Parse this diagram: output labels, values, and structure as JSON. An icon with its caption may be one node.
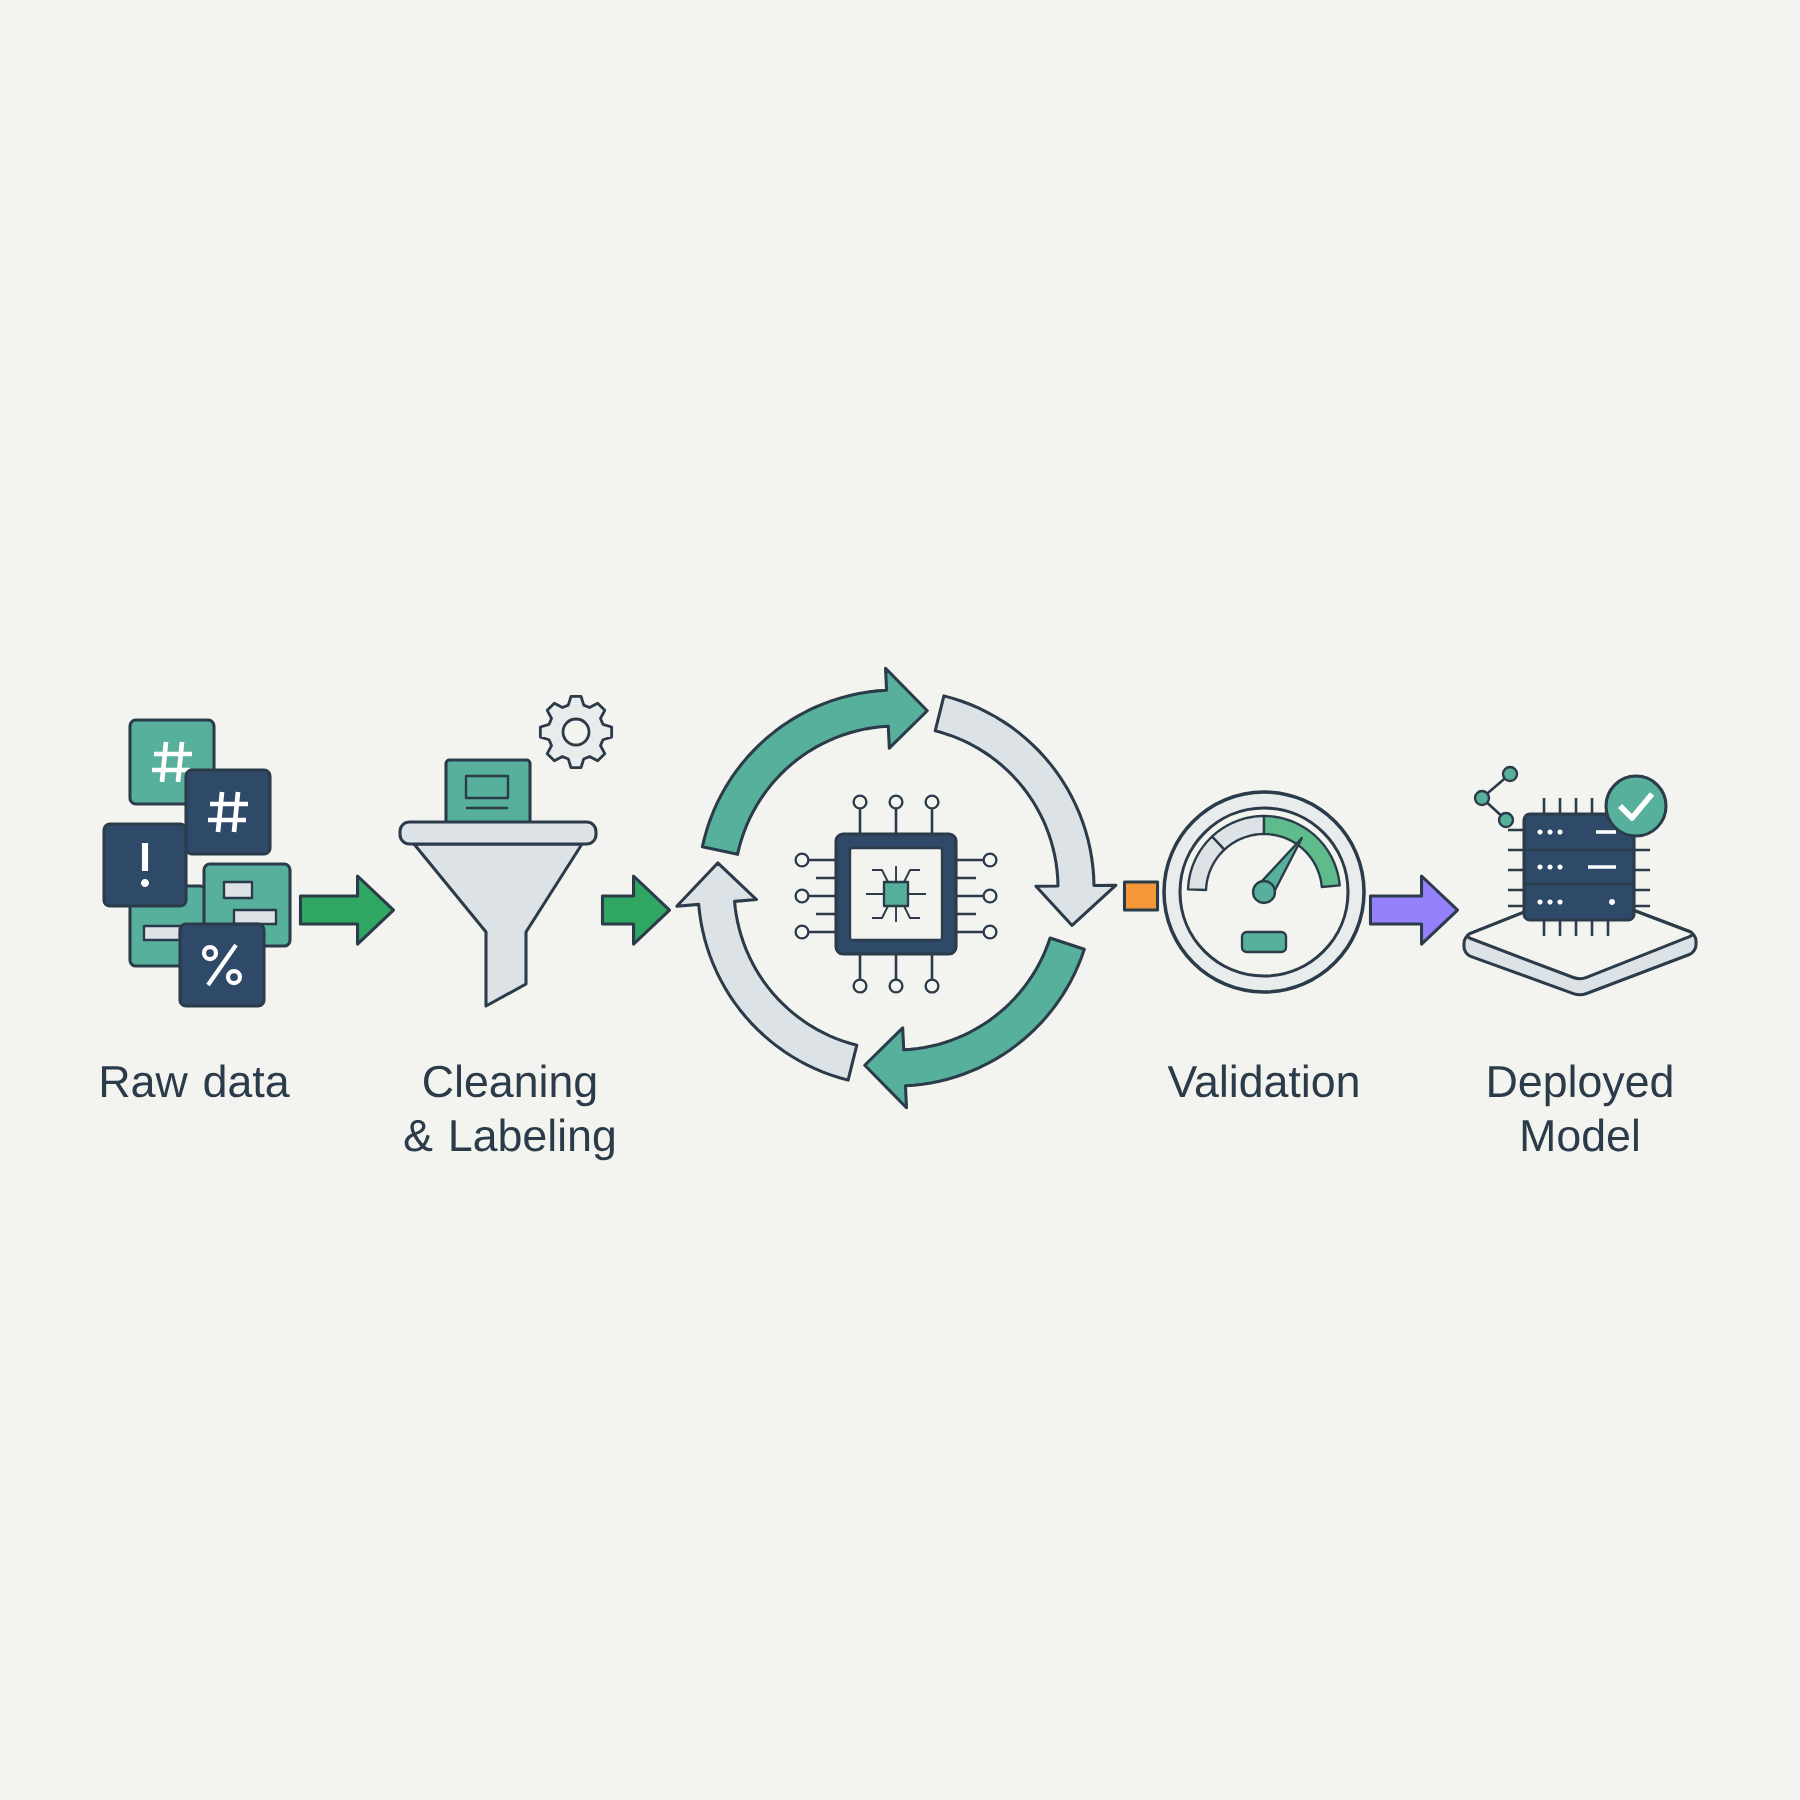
{
  "diagram": {
    "nodes": [
      {
        "text": [
          "Raw data"
        ]
      },
      {
        "text": [
          "Cleaning & Labeling"
        ]
      },
      {
        "text": [],
        "shape": "picture"
      },
      {
        "text": [
          "Validation"
        ]
      },
      {
        "text": [
          "Deployed Model"
        ]
      }
    ],
    "edges": [
      {
        "from": 0,
        "to": 1,
        "arrow": "to"
      },
      {
        "from": 1,
        "to": 2,
        "arrow": "to"
      },
      {
        "from": 2,
        "to": 3,
        "arrow": "none",
        "color": "#a9cfc6"
      },
      {
        "from": 3,
        "to": 4,
        "arrow": "to",
        "color": "#56b09c"
      }
    ]
  }
}
